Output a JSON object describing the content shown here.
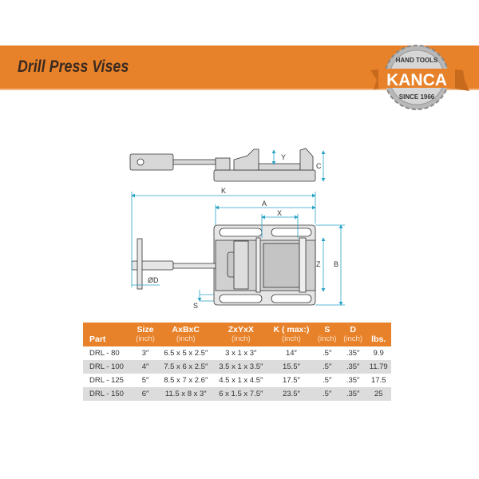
{
  "header": {
    "title": "Drill Press Vises"
  },
  "logo": {
    "top_text": "HAND TOOLS",
    "brand": "KANCA",
    "bottom_text": "SINCE 1966"
  },
  "diagram": {
    "labels": {
      "y": "Y",
      "c": "C",
      "k": "K",
      "a": "A",
      "x": "X",
      "z": "Z",
      "b": "B",
      "d": "ØD",
      "s": "S"
    }
  },
  "table": {
    "headers": [
      {
        "label": "Part",
        "unit": ""
      },
      {
        "label": "Size",
        "unit": "(inch)"
      },
      {
        "label": "AxBxC",
        "unit": "(inch)"
      },
      {
        "label": "ZxYxX",
        "unit": "(inch)"
      },
      {
        "label": "K ( max:)",
        "unit": "(inch)"
      },
      {
        "label": "S",
        "unit": "(inch)"
      },
      {
        "label": "D",
        "unit": "(inch)"
      },
      {
        "label": "lbs.",
        "unit": ""
      }
    ],
    "rows": [
      [
        "DRL - 80",
        "3″",
        "6.5 x 5 x 2.5″",
        "3 x 1 x 3″",
        "14″",
        ".5″",
        ".35″",
        "9.9"
      ],
      [
        "DRL - 100",
        "4″",
        "7.5 x 6 x 2.5″",
        "3.5 x 1 x 3.5″",
        "15.5″",
        ".5″",
        ".35″",
        "11.79"
      ],
      [
        "DRL - 125",
        "5″",
        "8.5 x 7 x 2.6″",
        "4.5 x 1 x 4.5″",
        "17.5″",
        ".5″",
        ".35″",
        "17.5"
      ],
      [
        "DRL - 150",
        "6″",
        "11.5 x 8 x 3″",
        "6 x 1.5 x 7.5″",
        "23.5″",
        ".5″",
        ".35″",
        "25"
      ]
    ]
  },
  "colors": {
    "accent": "#e8822a",
    "dimension": "#2aa3c7"
  }
}
